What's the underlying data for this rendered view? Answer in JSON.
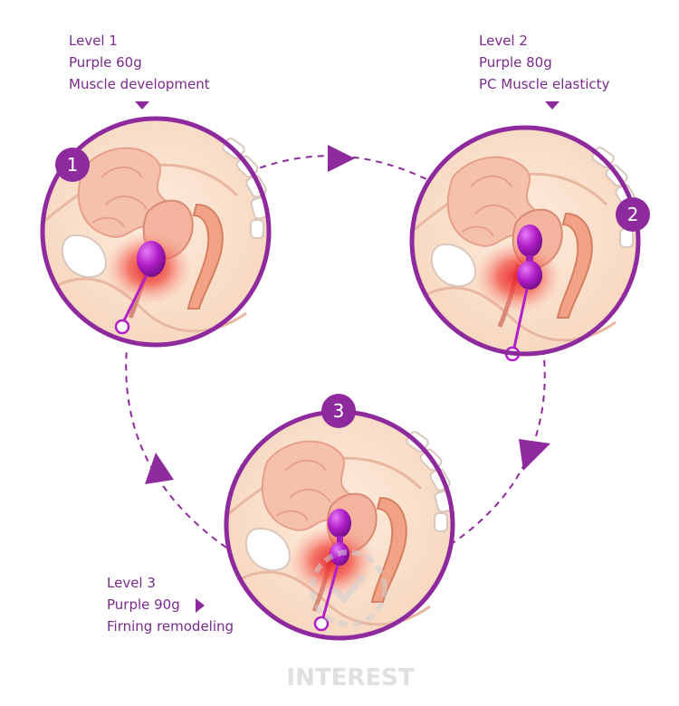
{
  "levels": [
    {
      "number": "1",
      "line1": "Level 1",
      "line2": "Purple 60g",
      "line3": "Muscle development"
    },
    {
      "number": "2",
      "line1": "Level 2",
      "line2": "Purple 80g",
      "line3": "PC Muscle elasticty"
    },
    {
      "number": "3",
      "line1": "Level 3",
      "line2": "Purple 90g",
      "line3": "Firning remodeling"
    }
  ],
  "watermark": "INTEREST",
  "colors": {
    "accent": "#8e2a9e",
    "caption": "#7a2a8c",
    "skin": "#fbe3cf",
    "organ": "#f2b7a4",
    "heat": "#ee3a3a",
    "ball": "#b21fc9"
  },
  "icons": [
    "triangle-pointer-icon",
    "dashed-arrow-icon",
    "number-badge-icon"
  ]
}
